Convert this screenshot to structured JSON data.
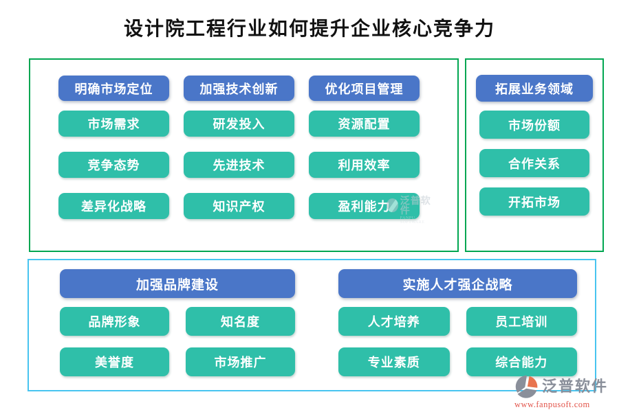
{
  "title": "设计院工程行业如何提升企业核心竞争力",
  "colors": {
    "header_blue": "#4a76c8",
    "item_teal": "#2fbfa9",
    "panel_border_green": "#00a651",
    "panel_border_cyan": "#47c4f0",
    "logo_gray": "#8a8f9a",
    "logo_red": "#e25349"
  },
  "panel_market": {
    "columns": [
      {
        "header": "明确市场定位",
        "items": [
          "市场需求",
          "竞争态势",
          "差异化战略"
        ]
      },
      {
        "header": "加强技术创新",
        "items": [
          "研发投入",
          "先进技术",
          "知识产权"
        ]
      },
      {
        "header": "优化项目管理",
        "items": [
          "资源配置",
          "利用效率",
          "盈利能力"
        ]
      }
    ]
  },
  "panel_business": {
    "header": "拓展业务领域",
    "items": [
      "市场份额",
      "合作关系",
      "开拓市场"
    ]
  },
  "panel_bottom": {
    "sections": [
      {
        "header": "加强品牌建设",
        "items": [
          "品牌形象",
          "知名度",
          "美誉度",
          "市场推广"
        ]
      },
      {
        "header": "实施人才强企战略",
        "items": [
          "人才培养",
          "员工培训",
          "专业素质",
          "综合能力"
        ]
      }
    ]
  },
  "watermark": {
    "name": "泛普软件",
    "subtext": "FANPU SOFTWARE"
  },
  "logo": {
    "name": "泛普软件",
    "url": "www.fanpusoft.com"
  }
}
